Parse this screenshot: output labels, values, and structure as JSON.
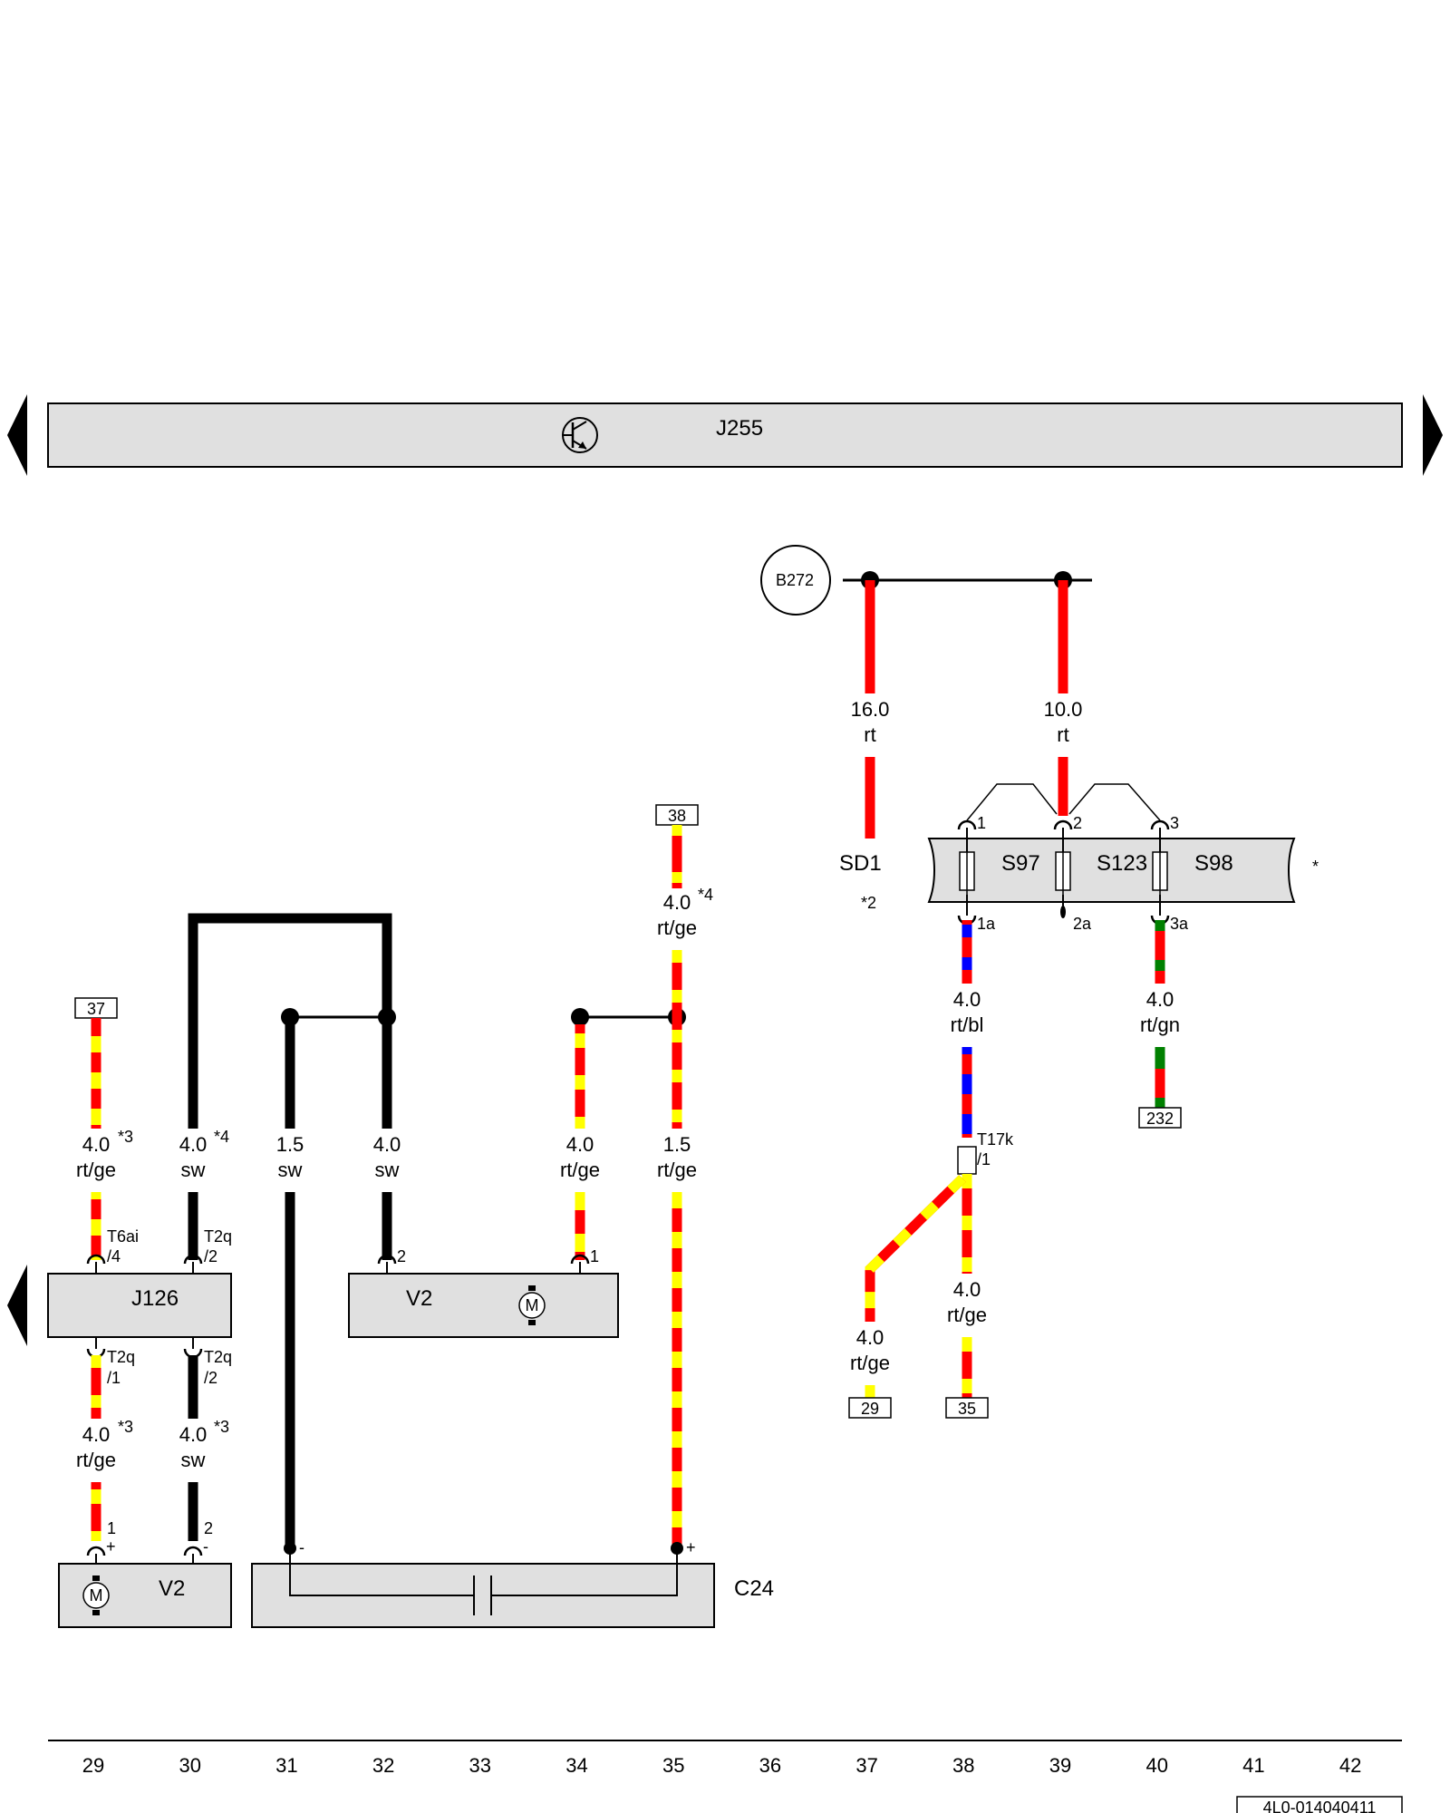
{
  "colors": {
    "red": "#ff0000",
    "yellow": "#ffff00",
    "black": "#000000",
    "blue": "#0000ff",
    "green": "#008000",
    "box_fill": "#e0e0e0"
  },
  "header": {
    "component": "J255",
    "icon": "transistor-icon"
  },
  "fuse_box": {
    "source": "B272",
    "fuses": [
      "S97",
      "S123",
      "S98"
    ],
    "sd_label": "SD1",
    "sd_note": "*2",
    "box_note": "*",
    "top_pins": [
      "1",
      "2",
      "3"
    ],
    "bottom_pins": [
      "1a",
      "2a",
      "3a"
    ]
  },
  "components": {
    "j126": "J126",
    "v2_top": "V2",
    "v2_bottom": "V2",
    "c24": "C24",
    "motor_symbol": "M"
  },
  "references": [
    "37",
    "38",
    "232",
    "29",
    "35"
  ],
  "wire_labels": [
    {
      "id": "w37",
      "size": "4.0",
      "color": "rt/ge",
      "note": "*3"
    },
    {
      "id": "w30a",
      "size": "4.0",
      "color": "sw",
      "note": "*4"
    },
    {
      "id": "w31",
      "size": "1.5",
      "color": "sw",
      "note": ""
    },
    {
      "id": "w32",
      "size": "4.0",
      "color": "sw",
      "note": ""
    },
    {
      "id": "w34",
      "size": "4.0",
      "color": "rt/ge",
      "note": ""
    },
    {
      "id": "w35",
      "size": "1.5",
      "color": "rt/ge",
      "note": ""
    },
    {
      "id": "w38top",
      "size": "4.0",
      "color": "rt/ge",
      "note": "*4"
    },
    {
      "id": "w29b",
      "size": "4.0",
      "color": "rt/ge",
      "note": "*3"
    },
    {
      "id": "w30b",
      "size": "4.0",
      "color": "sw",
      "note": "*3"
    },
    {
      "id": "w37f",
      "size": "16.0",
      "color": "rt",
      "note": ""
    },
    {
      "id": "w39f",
      "size": "10.0",
      "color": "rt",
      "note": ""
    },
    {
      "id": "w38bl",
      "size": "4.0",
      "color": "rt/bl",
      "note": ""
    },
    {
      "id": "w40gn",
      "size": "4.0",
      "color": "rt/gn",
      "note": ""
    },
    {
      "id": "w38ge",
      "size": "4.0",
      "color": "rt/ge",
      "note": ""
    },
    {
      "id": "w37ge",
      "size": "4.0",
      "color": "rt/ge",
      "note": ""
    }
  ],
  "connectors": {
    "t6ai": "T6ai",
    "t6ai_pin": "/4",
    "t2q_a": "T2q",
    "t2q_a_pin": "/2",
    "t2q_b": "T2q",
    "t2q_b_pin": "/1",
    "t2q_c": "T2q",
    "t2q_c_pin": "/2",
    "t17k": "T17k",
    "t17k_pin": "/1"
  },
  "pins": {
    "v2top_2": "2",
    "v2top_1": "1",
    "v2bot_1": "1",
    "v2bot_plus": "+",
    "v2bot_2": "2",
    "v2bot_minus": "-",
    "c24_minus": "-",
    "c24_plus": "+"
  },
  "grid": [
    "29",
    "30",
    "31",
    "32",
    "33",
    "34",
    "35",
    "36",
    "37",
    "38",
    "39",
    "40",
    "41",
    "42"
  ],
  "doc_id": "4L0-014040411"
}
